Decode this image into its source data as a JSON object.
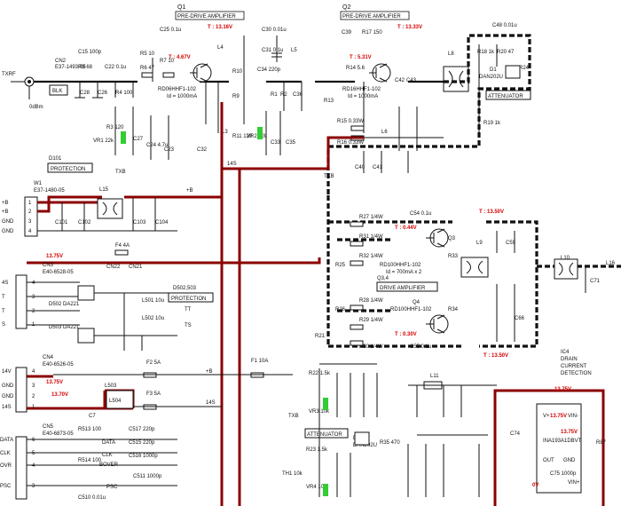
{
  "sections": {
    "q1": {
      "ref": "Q1",
      "title": "PRE-DRIVE AMPLIFIER",
      "part": "RD06HHF1-102",
      "id": "Id = 1000mA"
    },
    "q2": {
      "ref": "Q2",
      "title": "PRE-DRIVE AMPLIFIER",
      "part": "RD16HHF1-102",
      "id": "Id = 1000mA"
    },
    "q34": {
      "ref": "Q3,4",
      "title": "DRIVE AMPLIFIER",
      "q3": "Q3",
      "q4": "Q4",
      "part3": "RD100HHF1-102",
      "part4": "RD100HHF1-102",
      "id": "Id = 700mA x 2"
    },
    "attenuator_top": {
      "title": "ATTENUATOR",
      "diode": "D1",
      "diode_part": "DAN202U"
    },
    "attenuator_bot": {
      "title": "ATTENUATOR",
      "diode": "D2",
      "diode_part": "DAN202U"
    },
    "protection1": {
      "diode": "D101",
      "title": "PROTECTION"
    },
    "protection2": {
      "diode": "D502,503",
      "title": "PROTECTION"
    },
    "ic4": {
      "ref": "IC4",
      "title1": "DRAIN",
      "title2": "CURRENT",
      "title3": "DETECTION",
      "part": "INA193A1DBVT",
      "pins": {
        "out": "OUT",
        "gnd": "GND",
        "vp": "V+",
        "vinp": "VIN+",
        "vinm": "VIN-"
      }
    }
  },
  "voltages": {
    "t1": "T : 13.16V",
    "t2": "T : 13.33V",
    "t3": "T : 4.67V",
    "t4": "T : 5.31V",
    "t5": "T : 13.50V",
    "t6": "T : 0.44V",
    "t7": "T : 0.30V",
    "t8": "T : 13.50V",
    "v1": "13.75V",
    "v2": "13.75V",
    "v3": "13.70V",
    "v4": "13.75V",
    "v5": "13.75V",
    "v6": "13.75V",
    "v7": "0V"
  },
  "connectors": {
    "cn2": {
      "ref": "CN2",
      "part": "E37-1493-05",
      "sig": "TXRF",
      "level": "0dBm",
      "wire": "BLK"
    },
    "w1": {
      "ref": "W1",
      "part": "E37-1480-05",
      "pins": [
        "+B",
        "+B",
        "GND",
        "GND"
      ],
      "nums": [
        "1",
        "2",
        "3",
        "4"
      ]
    },
    "cn3": {
      "ref": "CN3",
      "part": "E40-6528-05",
      "pins": [
        "4S",
        "T",
        "T",
        "S"
      ],
      "nums": [
        "4",
        "3",
        "2",
        "1"
      ]
    },
    "cn4": {
      "ref": "CN4",
      "part": "E40-6526-05",
      "pins": [
        "14V",
        "GND",
        "GND",
        "14S"
      ],
      "nums": [
        "4",
        "3",
        "2",
        "1"
      ]
    },
    "cn5": {
      "ref": "CN5",
      "part": "E40-6873-05",
      "pins": [
        "DATA",
        "CLK",
        "OVR",
        "PSC"
      ],
      "nums": [
        "6",
        "5",
        "4",
        "3"
      ]
    }
  },
  "nets": {
    "txb": "TXB",
    "txb2": "TXB",
    "txb3": "TXB",
    "s14": "14S",
    "s14b": "14S",
    "pb": "+B",
    "pb2": "+B",
    "ts": "TS",
    "tt": "TT",
    "data": "DATA",
    "clk": "CLK",
    "bover": "BOVER",
    "psc": "PSC"
  },
  "parts": {
    "c25": "C25 0.1u",
    "r5": "R5 10",
    "c15": "C15 100p",
    "r8": "R8 68",
    "c22": "C22 0.1u",
    "r7": "R7 10",
    "r6": "R6 47",
    "r4": "R4 100",
    "c26": "C26",
    "c28": "C28",
    "vr1": "VR1 22k",
    "r3": "R3 120",
    "c27": "C27",
    "c24": "C24 4.7u",
    "c23": "C23",
    "c30": "C30 0.01u",
    "c31": "C31 0.1u",
    "l4": "L4",
    "l3": "L3",
    "r10": "R10",
    "r9": "R9",
    "c32": "C32",
    "c33": "C33",
    "r11": "R11 120",
    "vr2": "VR2 22k",
    "l5": "L5",
    "c34": "C34 220p",
    "r2": "R2",
    "r1": "R1",
    "c35": "C35",
    "c36": "C36",
    "c39": "C39",
    "r17": "R17 150",
    "r14": "R14 5.6",
    "r13": "R13",
    "c42": "C42",
    "c43": "C43",
    "l8": "L8",
    "r15": "R15 0.33W",
    "r16": "R16 0.33W",
    "l6": "L6",
    "c48": "C48 0.01u",
    "r18": "R18 1k",
    "r20": "R20 47",
    "r24": "R24",
    "r19": "R19 1k",
    "c40": "C40",
    "c41": "C41",
    "l15": "L15",
    "c101": "C101",
    "c102": "C102",
    "c103": "C103",
    "c104": "C104",
    "f4": "F4 4A",
    "cn22": "CN22",
    "cn21": "CN21",
    "d502": "D502 DA221",
    "d503": "D503 DA221",
    "l501": "L501 10u",
    "l502": "L502 10u",
    "f2": "F2 5A",
    "f3": "F3 5A",
    "f1": "F1 10A",
    "l503": "L503",
    "l504": "L504",
    "c7": "C7",
    "r513": "R513 100",
    "r514": "R514 100",
    "c517": "C517 220p",
    "c515": "C515 220p",
    "c516": "C516 1000p",
    "c511": "C511 1000p",
    "c510": "C510 0.01u",
    "c54": "C54 0.1u",
    "r27": "R27 1/4W",
    "r31": "R31 1/4W",
    "r32": "R32 1/4W",
    "r28": "R28 1/4W",
    "r29": "R29 1/4W",
    "r30": "R30 1/4W",
    "c55": "C55 0.1u",
    "r25": "R25",
    "r26": "R26",
    "r21": "R21",
    "r33": "R33",
    "r34": "R34",
    "l9": "L9",
    "l10": "L10",
    "l16": "L16",
    "c59": "C59",
    "c66": "C66",
    "c71": "C71",
    "r22": "R22 1.5k",
    "vr3": "VR3 10k",
    "r23": "R23 1.5k",
    "th1": "TH1 10k",
    "vr4": "VR4 10k",
    "r35": "R35 470",
    "l11": "L11",
    "r87": "R87",
    "c74": "C74",
    "c75": "C75 1000p"
  }
}
